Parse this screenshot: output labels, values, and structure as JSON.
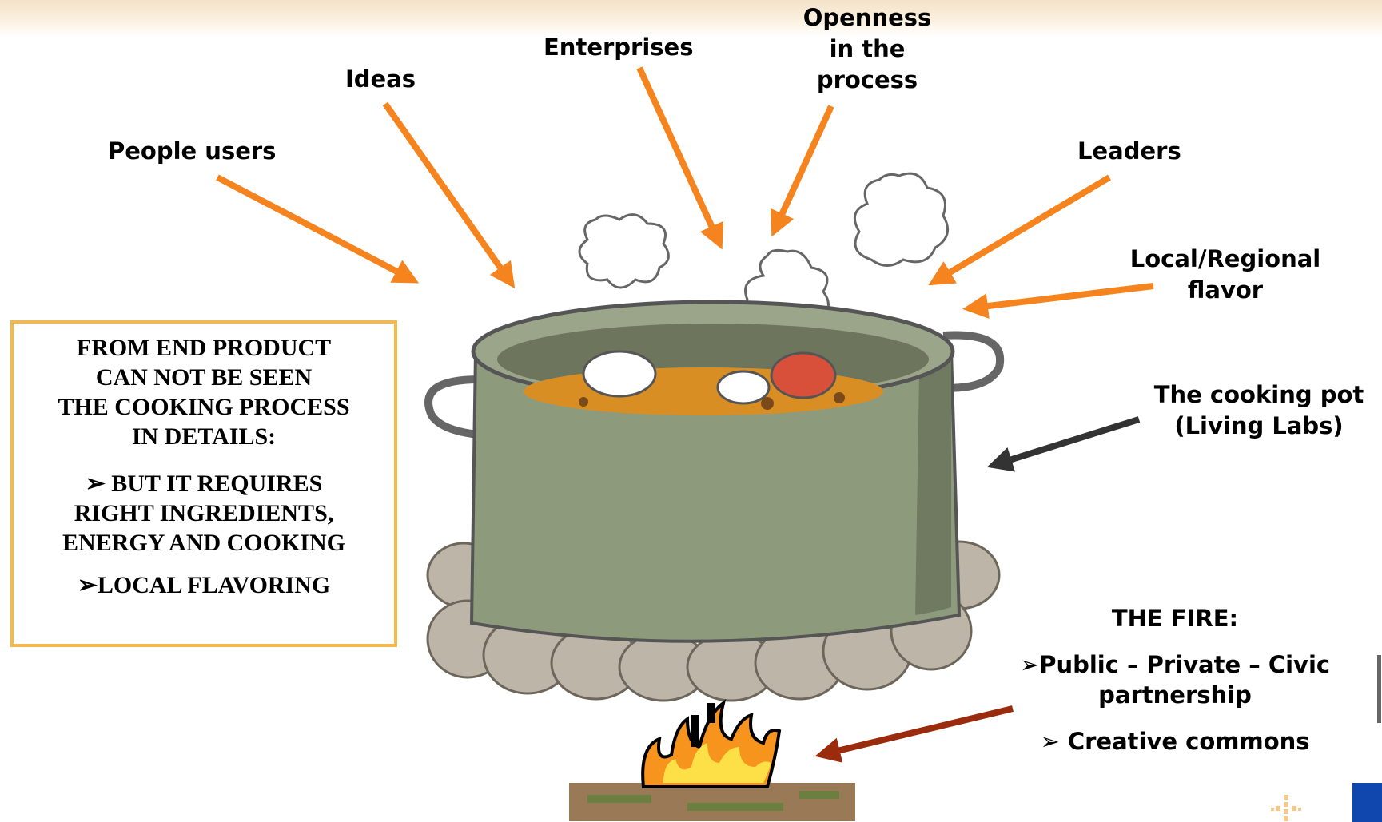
{
  "labels": {
    "people_users": "People users",
    "ideas": "Ideas",
    "enterprises": "Enterprises",
    "openness": [
      "Openness",
      "in the",
      "process"
    ],
    "leaders": "Leaders",
    "local_regional": [
      "Local/Regional",
      "flavor"
    ],
    "cooking_pot": [
      "The cooking pot",
      "(Living Labs)"
    ]
  },
  "left_box": {
    "lines": [
      "FROM END PRODUCT",
      "CAN NOT BE SEEN",
      "THE COOKING PROCESS",
      "IN DETAILS:"
    ],
    "bullet1": [
      "➢ BUT IT REQUIRES",
      "RIGHT INGREDIENTS,",
      "ENERGY AND COOKING"
    ],
    "bullet2": "➢LOCAL FLAVORING"
  },
  "fire": {
    "title": "THE FIRE:",
    "item1": [
      "➢Public – Private – Civic",
      "partnership"
    ],
    "item2": "➢ Creative commons"
  },
  "colors": {
    "arrow_orange": "#f5841f",
    "arrow_dark": "#333333",
    "arrow_brown": "#9a2b0c",
    "box_border": "#f5b94a",
    "pot_green": "#8e9a7c",
    "soup_orange": "#d98e24"
  }
}
